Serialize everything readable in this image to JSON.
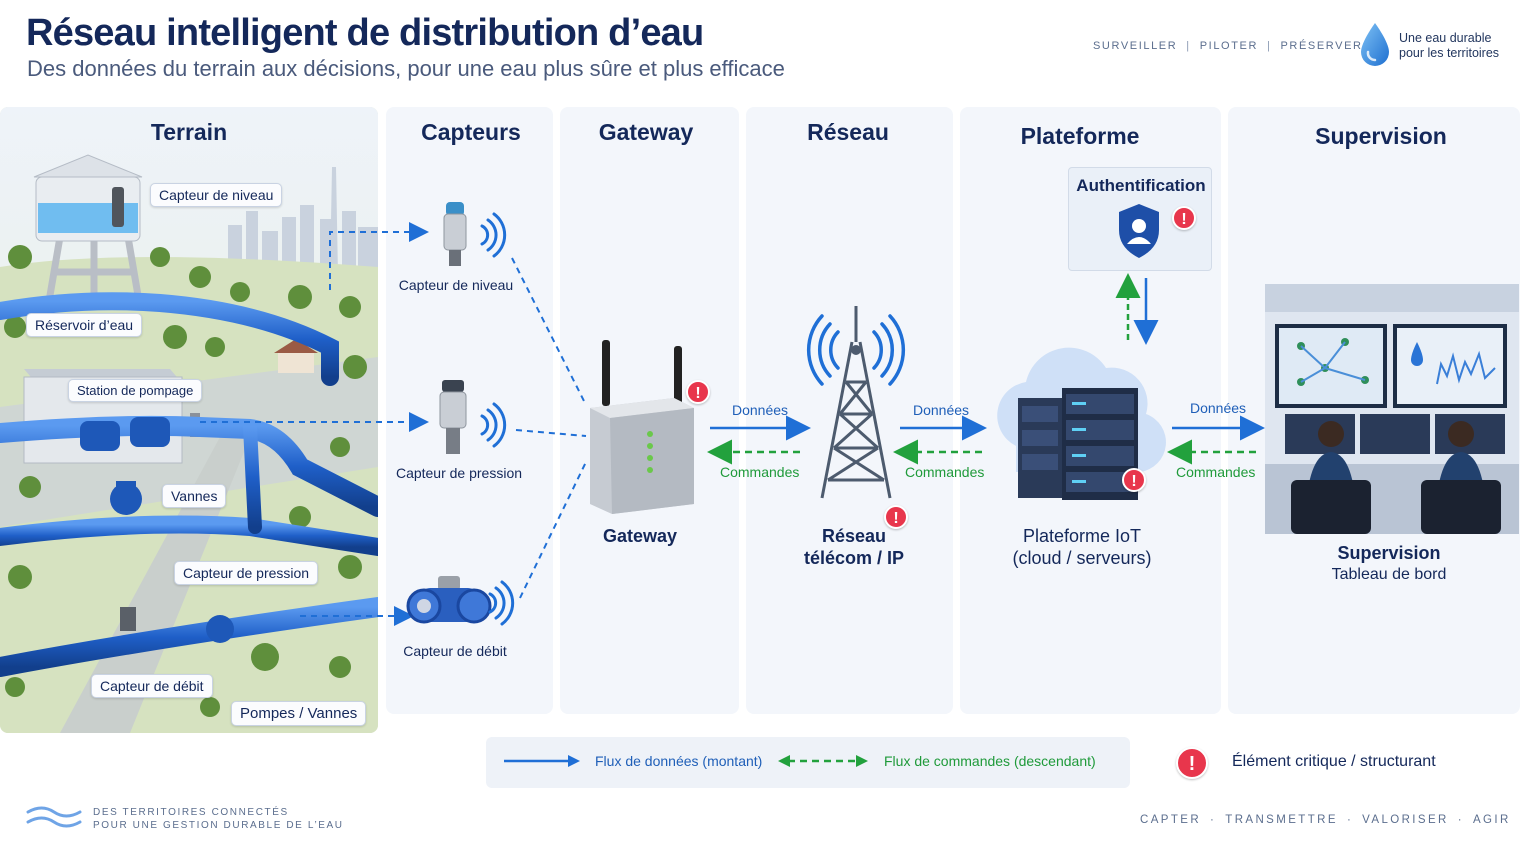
{
  "header": {
    "title": "Réseau intelligent de distribution d’eau",
    "subtitle": "Des données du terrain aux décisions, pour une eau plus sûre et plus efficace",
    "tagline": [
      "SURVEILLER",
      "PILOTER",
      "PRÉSERVER"
    ],
    "brand_line1": "Une eau durable",
    "brand_line2": "pour les territoires"
  },
  "columns": {
    "terrain": "Terrain",
    "capteurs": "Capteurs",
    "gateway": "Gateway",
    "reseau": "Réseau",
    "plateforme": "Plateforme",
    "supervision": "Supervision"
  },
  "terrain_labels": {
    "capteur_niveau": "Capteur de niveau",
    "reservoir": "Réservoir d’eau",
    "station": "Station de pompage",
    "vannes": "Vannes",
    "capteur_pression": "Capteur de pression",
    "capteur_debit": "Capteur de débit",
    "pompes_vannes": "Pompes / Vannes"
  },
  "sensors": {
    "niveau": "Capteur de niveau",
    "pression": "Capteur de pression",
    "debit": "Capteur de débit"
  },
  "nodes": {
    "gateway": "Gateway",
    "reseau_line1": "Réseau",
    "reseau_line2": "télécom / IP",
    "plateforme_line1": "Plateforme IoT",
    "plateforme_line2": "(cloud / serveurs)",
    "authentification": "Authentification",
    "supervision_line1": "Supervision",
    "supervision_line2": "Tableau de bord"
  },
  "flows": {
    "donnees": "Données",
    "commandes": "Commandes"
  },
  "legend": {
    "data_flow": "Flux de données (montant)",
    "command_flow": "Flux de commandes (descendant)",
    "critical": "Élément critique / structurant",
    "critical_mark": "!"
  },
  "footer": {
    "left_line1": "DES TERRITOIRES CONNECTÉS",
    "left_line2": "POUR UNE GESTION DURABLE DE L’EAU",
    "right": [
      "CAPTER",
      "TRANSMETTRE",
      "VALORISER",
      "AGIR"
    ]
  },
  "colors": {
    "data_blue": "#1f6fd6",
    "command_green": "#22a13d",
    "critical_red": "#e8364c",
    "title_navy": "#14285a"
  }
}
